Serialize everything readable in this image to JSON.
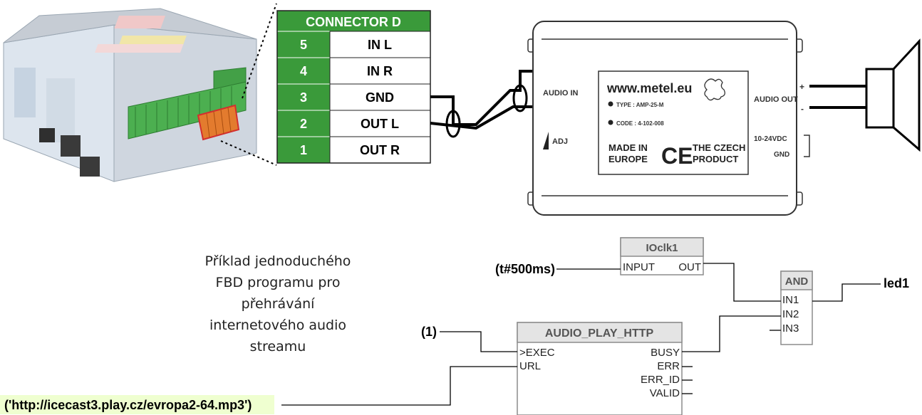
{
  "connector": {
    "title": "CONNECTOR D",
    "pins": [
      {
        "num": "5",
        "label": "IN L"
      },
      {
        "num": "4",
        "label": "IN R"
      },
      {
        "num": "3",
        "label": "GND"
      },
      {
        "num": "2",
        "label": "OUT L"
      },
      {
        "num": "1",
        "label": "OUT R"
      }
    ],
    "header_color": "#3a9a3a"
  },
  "amplifier": {
    "audio_in": "AUDIO IN",
    "adj": "ADJ",
    "audio_out": "AUDIO OUT",
    "plus": "+",
    "minus": "-",
    "power": "10-24VDC",
    "gnd": "GND",
    "url": "www.metel.eu",
    "type_line": "TYPE :  AMP-25-M",
    "code_line": "CODE :  4-102-008",
    "made_in_1": "MADE IN",
    "made_in_2": "EUROPE",
    "ce": "CE",
    "czech_1": "THE CZECH",
    "czech_2": "PRODUCT"
  },
  "caption": [
    "Příklad jednoduchého",
    "FBD programu pro",
    "přehrávání",
    "internetového audio",
    "streamu"
  ],
  "fbd": {
    "ioclk": {
      "title": "IOclk1",
      "in": "INPUT",
      "out": "OUT"
    },
    "and": {
      "title": "AND",
      "inputs": [
        "IN1",
        "IN2",
        "IN3"
      ]
    },
    "audio": {
      "title": "AUDIO_PLAY_HTTP",
      "inputs": [
        ">EXEC",
        "URL"
      ],
      "outputs": [
        "BUSY",
        "ERR",
        "ERR_ID",
        "VALID"
      ]
    },
    "const_time": "(t#500ms)",
    "const_one": "(1)",
    "url": "('http://icecast3.play.cz/evropa2-64.mp3')",
    "output": "led1",
    "block_header_color": "#e4e4e4"
  }
}
